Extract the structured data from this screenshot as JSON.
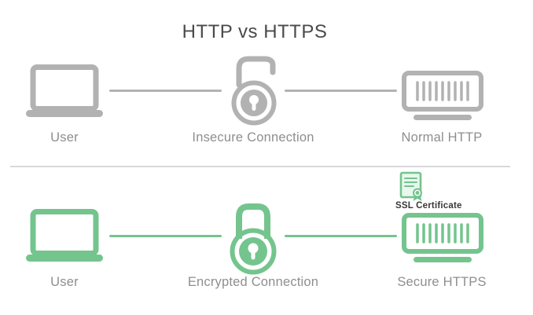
{
  "title": "HTTP vs HTTPS",
  "colors": {
    "gray": "#b2b2b2",
    "green": "#74c48e",
    "label": "#8e8e8e",
    "title": "#4a4a4a",
    "divider": "#d9d9d9",
    "ssl_label": "#383838",
    "cert_fill": "#e9f7ee"
  },
  "rows": [
    {
      "theme": "gray",
      "items": [
        {
          "icon": "laptop-icon",
          "label": "User"
        },
        {
          "icon": "open-padlock-icon",
          "label": "Insecure Connection"
        },
        {
          "icon": "server-icon",
          "label": "Normal HTTP"
        }
      ]
    },
    {
      "theme": "green",
      "badge": "SSL Certificate",
      "items": [
        {
          "icon": "laptop-icon",
          "label": "User"
        },
        {
          "icon": "closed-padlock-icon",
          "label": "Encrypted Connection"
        },
        {
          "icon": "server-icon",
          "label": "Secure HTTPS"
        }
      ]
    }
  ]
}
